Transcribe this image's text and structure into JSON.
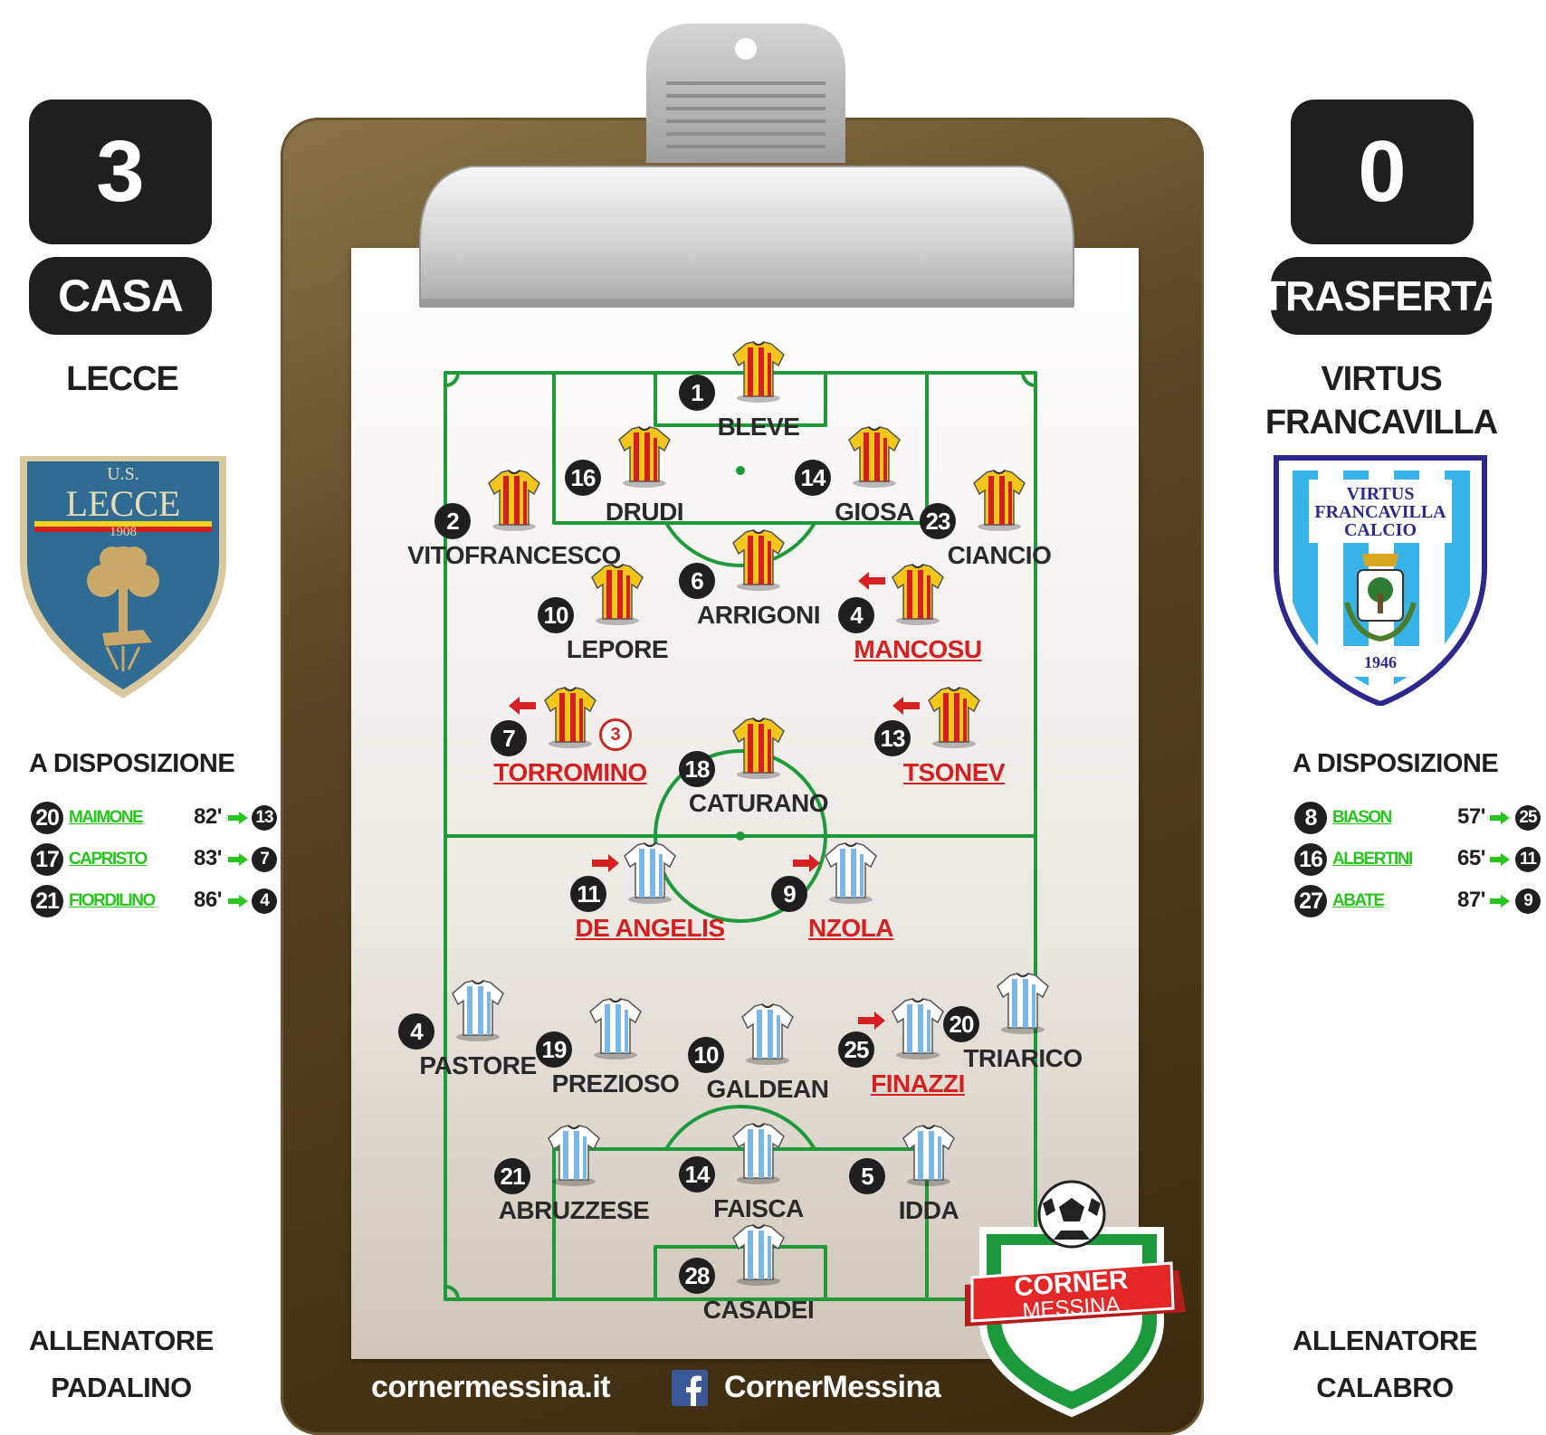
{
  "home": {
    "score": "3",
    "tag": "CASA",
    "name": "LECCE",
    "badge": {
      "text_top": "U.S.",
      "text_main": "LECCE",
      "year": "1908"
    },
    "bench_title": "A DISPOSIZIONE",
    "subs": [
      {
        "num": "20",
        "name": "MAIMONE",
        "minute": "82'",
        "out": "13"
      },
      {
        "num": "17",
        "name": "CAPRISTO",
        "minute": "83'",
        "out": "7"
      },
      {
        "num": "21",
        "name": "FIORDILINO",
        "minute": "86'",
        "out": "4"
      }
    ],
    "coach_label": "ALLENATORE",
    "coach": "PADALINO",
    "shirt_colors": [
      "#f4c51a",
      "#d21f1f"
    ]
  },
  "away": {
    "score": "0",
    "tag": "TRASFERTA",
    "name_line1": "VIRTUS",
    "name_line2": "FRANCAVILLA",
    "badge": {
      "line1": "VIRTUS",
      "line2": "FRANCAVILLA",
      "line3": "CALCIO",
      "year": "1946"
    },
    "bench_title": "A DISPOSIZIONE",
    "subs": [
      {
        "num": "8",
        "name": "BIASON",
        "minute": "57'",
        "out": "25"
      },
      {
        "num": "16",
        "name": "ALBERTINI",
        "minute": "65'",
        "out": "11"
      },
      {
        "num": "27",
        "name": "ABATE",
        "minute": "87'",
        "out": "9"
      }
    ],
    "coach_label": "ALLENATORE",
    "coach": "CALABRO",
    "shirt_colors": [
      "#ffffff",
      "#7ab6e6"
    ]
  },
  "players_home": [
    {
      "num": "1",
      "name": "BLEVE",
      "subbed": false
    },
    {
      "num": "16",
      "name": "DRUDI",
      "subbed": false
    },
    {
      "num": "14",
      "name": "GIOSA",
      "subbed": false
    },
    {
      "num": "2",
      "name": "VITOFRANCESCO",
      "subbed": false
    },
    {
      "num": "23",
      "name": "CIANCIO",
      "subbed": false
    },
    {
      "num": "6",
      "name": "ARRIGONI",
      "subbed": false
    },
    {
      "num": "10",
      "name": "LEPORE",
      "subbed": false
    },
    {
      "num": "4",
      "name": "MANCOSU",
      "subbed": true
    },
    {
      "num": "7",
      "name": "TORROMINO",
      "subbed": true,
      "goals": "3"
    },
    {
      "num": "13",
      "name": "TSONEV",
      "subbed": true
    },
    {
      "num": "18",
      "name": "CATURANO",
      "subbed": false
    }
  ],
  "players_away": [
    {
      "num": "11",
      "name": "DE ANGELIS",
      "subbed": true
    },
    {
      "num": "9",
      "name": "NZOLA",
      "subbed": true
    },
    {
      "num": "4",
      "name": "PASTORE",
      "subbed": false
    },
    {
      "num": "19",
      "name": "PREZIOSO",
      "subbed": false
    },
    {
      "num": "10",
      "name": "GALDEAN",
      "subbed": false
    },
    {
      "num": "25",
      "name": "FINAZZI",
      "subbed": true
    },
    {
      "num": "20",
      "name": "TRIARICO",
      "subbed": false
    },
    {
      "num": "21",
      "name": "ABRUZZESE",
      "subbed": false
    },
    {
      "num": "14",
      "name": "FAISCA",
      "subbed": false
    },
    {
      "num": "5",
      "name": "IDDA",
      "subbed": false
    },
    {
      "num": "28",
      "name": "CASADEI",
      "subbed": false
    }
  ],
  "footer": {
    "site": "cornermessina.it",
    "facebook": "CornerMessina",
    "facebook_icon": "facebook-icon"
  },
  "logo": {
    "line1": "CORNER",
    "line2": "MESSINA"
  },
  "colors": {
    "pitch_line": "#1f9a3a",
    "sub_green": "#27c61c",
    "sub_red": "#d42020",
    "dark": "#1f1f1f"
  }
}
